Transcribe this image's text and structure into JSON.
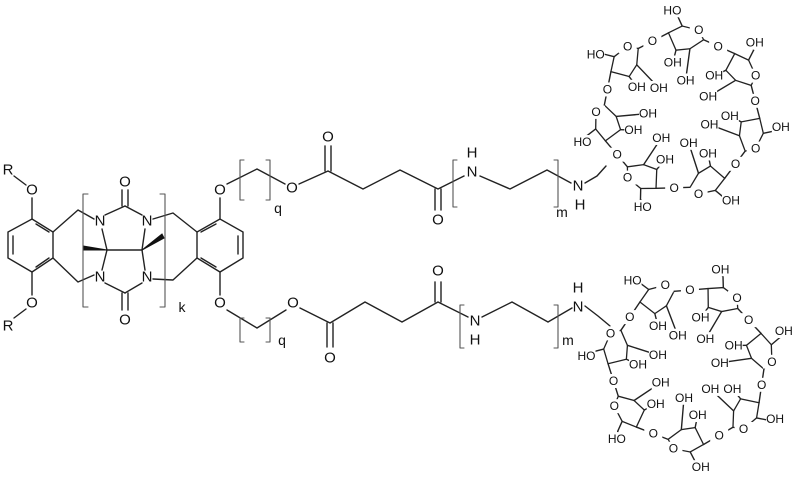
{
  "atoms": {
    "R": "R",
    "O": "O",
    "N": "N",
    "H": "H",
    "OH": "OH",
    "HO": "HO"
  },
  "subscripts": {
    "k": "k",
    "q": "q",
    "m": "m"
  },
  "cyclodextrin": {
    "units": 7,
    "count": 2
  },
  "colors": {
    "ink": "#222222",
    "background": "#ffffff"
  }
}
